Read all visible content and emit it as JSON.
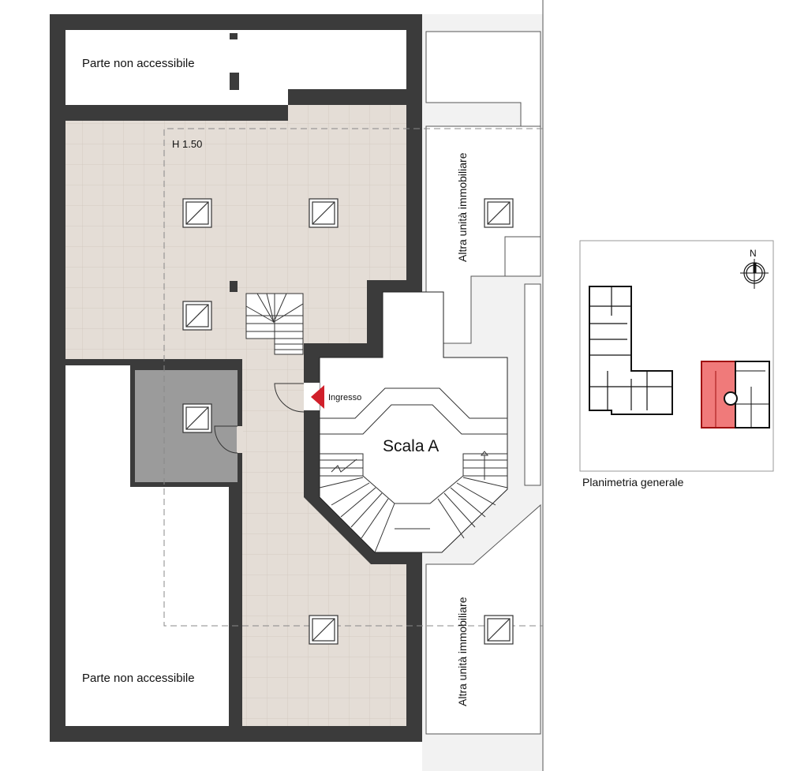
{
  "plan": {
    "labels": {
      "top_room": "Parte non accessibile",
      "bottom_room": "Parte non accessibile",
      "height_note": "H 1.50",
      "staircase": "Scala A",
      "entrance": "Ingresso",
      "other_unit_top": "Altra unità immobiliare",
      "other_unit_bottom": "Altra unità immobiliare"
    },
    "colors": {
      "wall": "#3b3b3b",
      "tile": "#e4ddd6",
      "storage": "#9b9b9b",
      "neighbor": "#f2f2f2",
      "entrance_arrow": "#d01f2a"
    }
  },
  "inset": {
    "caption": "Planimetria generale",
    "north_label": "N",
    "highlight_color": "#f07a7a"
  }
}
